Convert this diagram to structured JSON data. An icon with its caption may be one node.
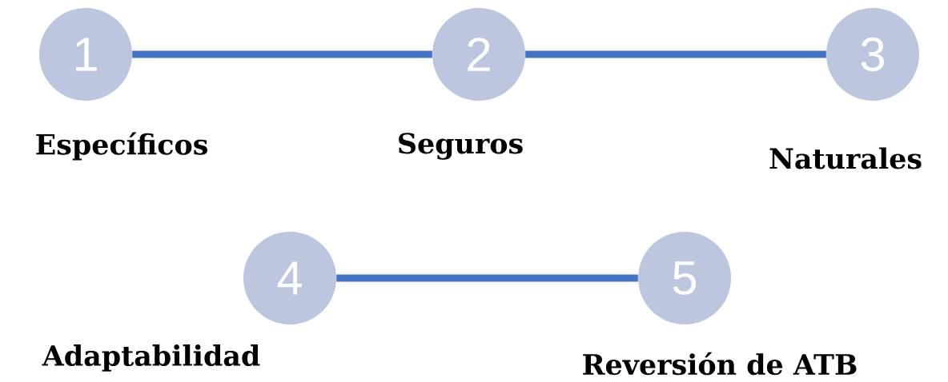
{
  "diagram": {
    "nodes": [
      {
        "text": [
          "1"
        ],
        "beside": [
          "Específicos"
        ]
      },
      {
        "text": [
          "2"
        ],
        "beside": [
          "Seguros"
        ]
      },
      {
        "text": [
          "3"
        ],
        "beside": [
          "Naturales"
        ]
      },
      {
        "text": [
          "4"
        ],
        "beside": [
          "Adaptabilidad"
        ]
      },
      {
        "text": [
          "5"
        ],
        "beside": [
          "Reversión de ATB"
        ]
      }
    ],
    "edges": [
      {
        "from": 0,
        "to": 1,
        "arrow": "none"
      },
      {
        "from": 1,
        "to": 2,
        "arrow": "none"
      },
      {
        "from": 3,
        "to": 4,
        "arrow": "none"
      }
    ]
  }
}
